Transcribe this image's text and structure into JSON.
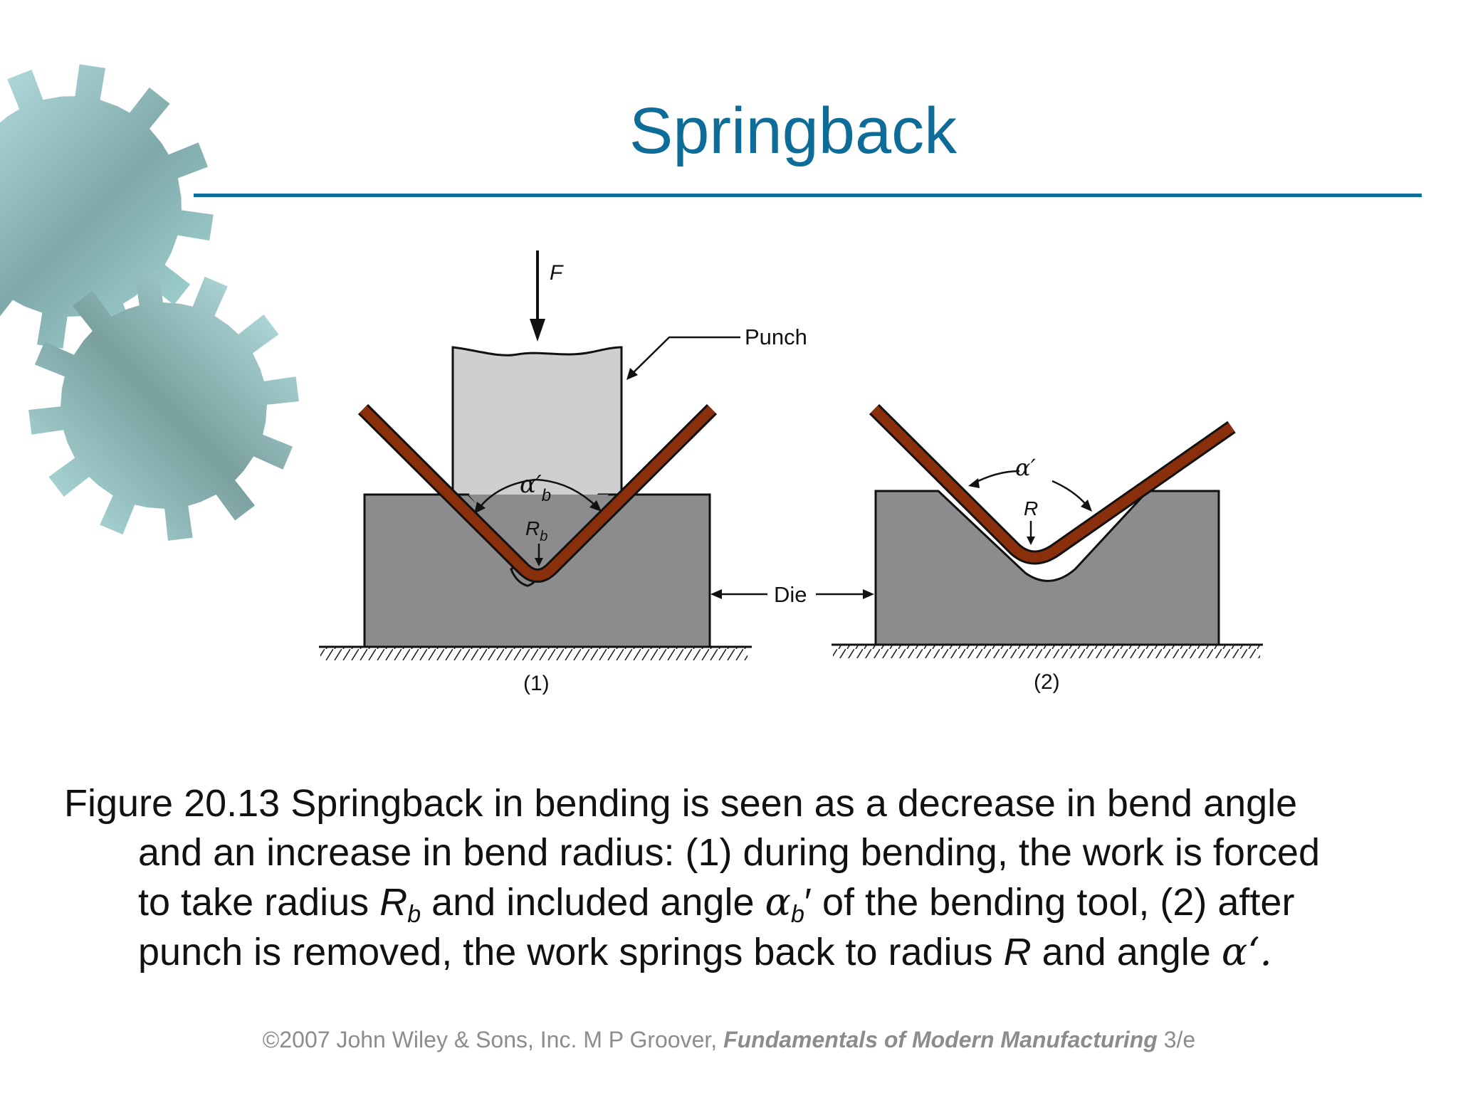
{
  "slide": {
    "title": "Springback",
    "colors": {
      "title": "#0e6c98",
      "strip": "#8a2f0b",
      "die": "#8c8c8e",
      "punch": "#cfcfd1"
    }
  },
  "figure": {
    "force_label": "F",
    "punch_label": "Punch",
    "die_label": "Die",
    "angle_b_main": "α′",
    "angle_b_sub": "b",
    "radius_b_main": "R",
    "radius_b_sub": "b",
    "angle_label": "α′",
    "radius_label": "R",
    "panel1_label": "(1)",
    "panel2_label": "(2)"
  },
  "caption": {
    "line1": "Figure 20.13  Springback in bending is seen as a decrease in bend angle",
    "line2": "and an increase in bend radius: (1) during bending, the work is forced",
    "line3_a": "to take radius ",
    "line3_R": "R",
    "line3_Rsub": "b",
    "line3_b": " and included angle ",
    "line3_alpha": "α",
    "line3_alphasub": "b",
    "line3_prime": "′",
    "line3_c": " of the bending tool, (2) after",
    "line4_a": "punch is removed, the work springs back to radius ",
    "line4_R": "R",
    "line4_b": " and angle ",
    "line4_alpha": "α‘."
  },
  "footer": {
    "copyright": "©2007 John Wiley & Sons, Inc.  M P Groover, ",
    "book": "Fundamentals of Modern Manufacturing",
    "edition": " 3/e"
  }
}
